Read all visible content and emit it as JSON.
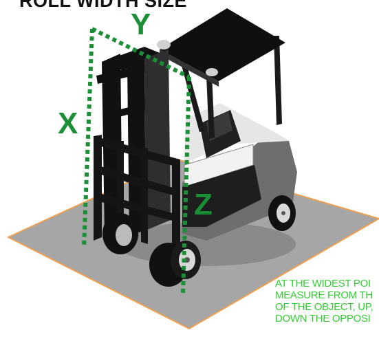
{
  "heading": "ROLL WIDTH SIZE",
  "dimension_labels": {
    "y": "Y",
    "x": "X",
    "z": "Z"
  },
  "instructions": [
    "AT THE WIDEST POI",
    "MEASURE FROM TH",
    "OF THE OBJECT, UP,",
    "DOWN THE OPPOSI"
  ],
  "colors": {
    "dimension_green": "#1a8f35",
    "text_green": "#33cc33",
    "floor_fill": "#a6a6a6",
    "floor_edge": "#f0a050",
    "forklift_dark": "#1a1a1a",
    "forklift_grey": "#707070",
    "forklift_light": "#e6e6e6"
  }
}
